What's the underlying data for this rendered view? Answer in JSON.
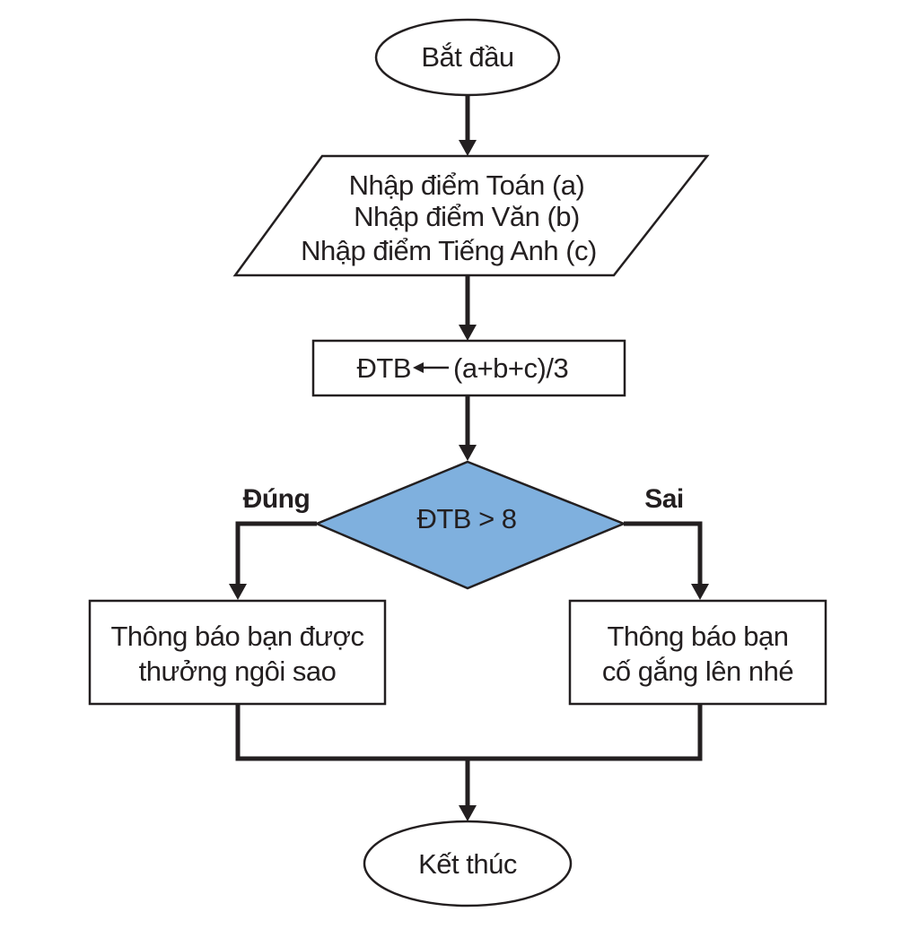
{
  "flowchart": {
    "start": "Bắt đầu",
    "input_lines": [
      "Nhập điểm Toán (a)",
      "Nhập điểm Văn (b)",
      "Nhập điểm Tiếng Anh (c)"
    ],
    "process_var": "ĐTB",
    "process_expr": "(a+b+c)/3",
    "condition": "ĐTB > 8",
    "branch_true": "Đúng",
    "branch_false": "Sai",
    "true_action": [
      "Thông báo bạn được",
      "thưởng ngôi sao"
    ],
    "false_action": [
      "Thông báo bạn",
      "cố gắng lên nhé"
    ],
    "end": "Kết thúc"
  },
  "colors": {
    "stroke": "#231f20",
    "decision_fill": "#7fb0de",
    "background": "#ffffff"
  }
}
